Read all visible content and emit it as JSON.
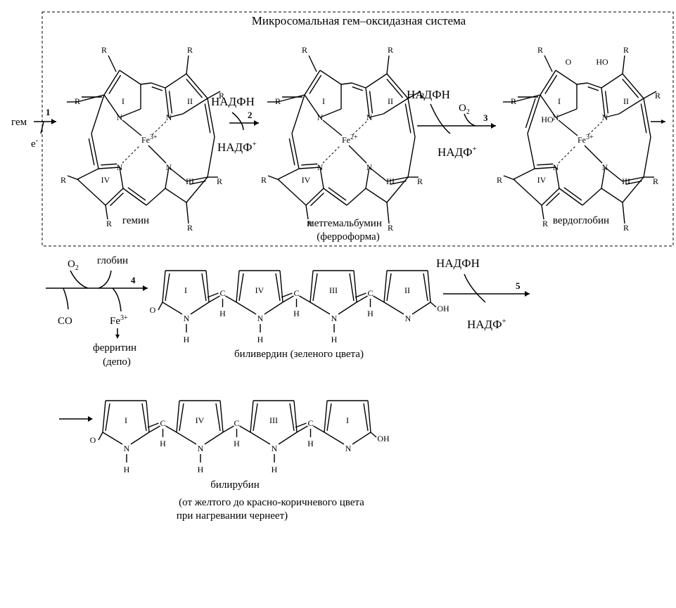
{
  "box_title": "Микросомальная гем–оксидазная система",
  "compounds": {
    "gemin": "гемин",
    "methem": [
      "метгемальбумин",
      "(ферроформа)"
    ],
    "verdo": "вердоглобин",
    "biliverdin": "биливердин (зеленого цвета)",
    "bilirubin": [
      "билирубин",
      "(от желтого до красно-коричневого цвета",
      "при нагревании чернеет)"
    ]
  },
  "reactants": {
    "heme": "гем",
    "electron": "e",
    "electron_sup": "-",
    "nadph": "НАДФН",
    "nadp": "НАДФ",
    "plus": "+",
    "o2": "O",
    "o2_sub": "2",
    "globin": "глобин",
    "co": "CO",
    "fe": "Fe",
    "fe3": "3+",
    "fe2": "2+",
    "ferritin": "ферритин",
    "depot": "(депо)"
  },
  "steps": [
    "1",
    "2",
    "3",
    "4",
    "5"
  ],
  "atoms": {
    "R": "R",
    "N": "N",
    "O": "O",
    "H": "H",
    "C": "C",
    "OH": "OH",
    "HO": "HO"
  },
  "ring_numerals": [
    "I",
    "II",
    "III",
    "IV"
  ]
}
